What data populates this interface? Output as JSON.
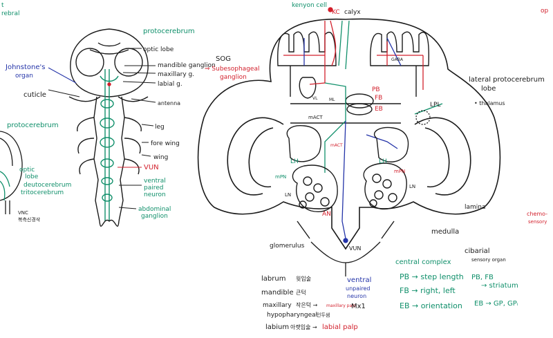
{
  "colors": {
    "ink": "#1a1a1a",
    "green": "#0f8f6a",
    "red": "#d21f2b",
    "blue": "#2333a8"
  },
  "left_panel": {
    "top_fragment_a": "t",
    "top_fragment_b": "rebral",
    "johnstones_a": "Johnstone's",
    "johnstones_b": "organ",
    "cuticle": "cuticle",
    "protocerebrum_side": "protocerebrum",
    "optic_lobe_side_a": "optic",
    "optic_lobe_side_b": "lobe",
    "deutocerebrum": "deutocerebrum",
    "tritocerebrum": "tritocerebrum",
    "vnc": "VNC",
    "vnc_korean": "복측신경삭"
  },
  "bee_diagram": {
    "protocerebrum": "protocerebrum",
    "optic_lobe": "optic lobe",
    "mandible_ganglion": "mandible ganglion",
    "maxillary": "maxillary g.",
    "labial": "labial g.",
    "antenna": "antenna",
    "leg": "leg",
    "fore_wing": "fore wing",
    "wing": "wing",
    "vun": "VUN",
    "ventral_a": "ventral",
    "ventral_b": "paired",
    "ventral_c": "neuron",
    "abdominal_a": "abdominal",
    "abdominal_b": "ganglion",
    "sog": "SOG",
    "sog_arrow": "⇒ Subesophageal",
    "sog_b": "ganglion"
  },
  "brain": {
    "kenyon_cell": "kenyon cell",
    "kc": "KC",
    "calyx": "calyx",
    "gaba": "GABA",
    "vl": "VL",
    "ml": "ML",
    "pb": "PB",
    "fb": "FB",
    "eb": "EB",
    "mact": "mACT",
    "mact2": "mACT",
    "lh": "LH",
    "lh2": "LH",
    "mpn": "mPN",
    "mpn2": "mPN",
    "ln": "LN",
    "ln2": "LN",
    "an": "AN",
    "glomerulus": "glomerulus",
    "vun": "VUN",
    "lateral_a": "lateral protocerebrum",
    "lateral_b": "lobe",
    "thalamus": "• thalamus",
    "lpl": "LPL",
    "lamina": "lamina",
    "medulla": "medulla",
    "chemo_a": "chemo-",
    "chemo_b": "sensory",
    "op": "op"
  },
  "notes": {
    "labrum": "labrum",
    "labrum_kr": "윗입술",
    "mandible": "mandible",
    "mandible_kr": "큰턱",
    "maxillary": "maxillary",
    "maxillary_kr": "작은턱 →",
    "maxillary_palp": "maxillary palp",
    "hypopharyngeal": "hypopharyngeal",
    "hypopharyngeal_kr": "인두샘",
    "labium": "labium",
    "labium_kr": "아랫입술 →",
    "labial_palp": "labial palp",
    "ventral_a": "ventral",
    "ventral_b": "unpaired",
    "ventral_c": "neuron",
    "mx1": "Mx1",
    "central_complex": "central complex",
    "cibarial_a": "cibarial",
    "cibarial_b": "sensory organ",
    "pb_line": "PB → step length",
    "fb_line": "FB → right, left",
    "eb_line": "EB → orientation",
    "pbfb_a": "PB, FB",
    "pbfb_b": "→ striatum",
    "eb_gp": "EB → GP, GPᵢ"
  }
}
